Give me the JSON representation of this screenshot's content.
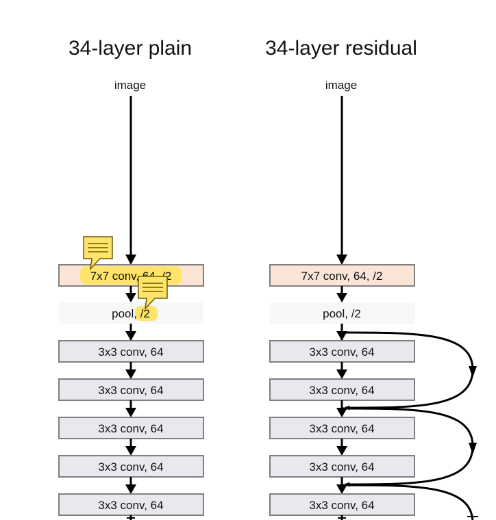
{
  "columns": {
    "plain": {
      "title": "34-layer plain",
      "input": "image",
      "conv1": "7x7 conv, 64, /2",
      "pool": "pool, /2",
      "blocks": [
        "3x3 conv, 64",
        "3x3 conv, 64",
        "3x3 conv, 64",
        "3x3 conv, 64",
        "3x3 conv, 64"
      ]
    },
    "residual": {
      "title": "34-layer residual",
      "input": "image",
      "conv1": "7x7 conv, 64, /2",
      "pool": "pool, /2",
      "blocks": [
        "3x3 conv, 64",
        "3x3 conv, 64",
        "3x3 conv, 64",
        "3x3 conv, 64",
        "3x3 conv, 64"
      ]
    }
  },
  "colors": {
    "conv1_fill": "#fbe5d6",
    "block_fill": "#e9e8ef",
    "box_stroke": "#7f7f7f",
    "pool_fill": "#f7f7f7",
    "highlight": "#ffe46b",
    "arrow": "#000000"
  },
  "annotations": [
    {
      "icon": "comment-icon",
      "target": "plain.conv1"
    },
    {
      "icon": "comment-icon",
      "target": "plain.pool"
    }
  ]
}
